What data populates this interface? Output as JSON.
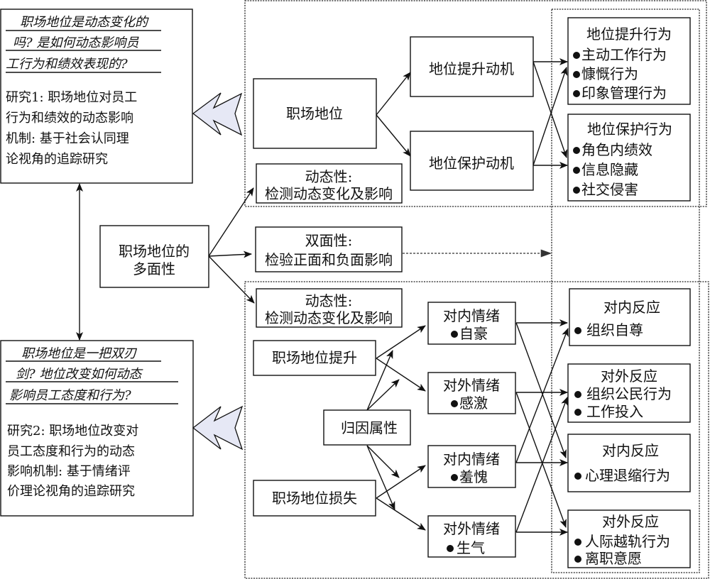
{
  "studies": {
    "study1": {
      "question": [
        "职场地位是动态变化的",
        "吗? 是如何动态影响员",
        "工行为和绩效表现的?"
      ],
      "body": [
        "研究1: 职场地位对员工",
        "行为和绩效的动态影响",
        "机制: 基于社会认同理",
        "论视角的追踪研究"
      ]
    },
    "study2": {
      "question": [
        "职场地位是一把双刃",
        "剑? 地位改变如何动态",
        "影响员工态度和行为?"
      ],
      "body": [
        "研究2: 职场地位改变对",
        "员工态度和行为的动态",
        "影响机制: 基于情绪评",
        "价理论视角的追踪研究"
      ]
    }
  },
  "hub": {
    "lines": [
      "职场地位的",
      "多面性"
    ]
  },
  "facets": {
    "dynamic_top": {
      "title": "动态性:",
      "desc": "检测动态变化及影响"
    },
    "dual": {
      "title": "双面性:",
      "desc": "检验正面和负面影响"
    },
    "dynamic_bottom": {
      "title": "动态性:",
      "desc": "检测动态变化及影响"
    }
  },
  "study1_model": {
    "status": "职场地位",
    "motives": [
      "地位提升动机",
      "地位保护动机"
    ],
    "behaviors": [
      {
        "title": "地位提升行为",
        "items": [
          "主动工作行为",
          "慷慨行为",
          "印象管理行为"
        ]
      },
      {
        "title": "地位保护行为",
        "items": [
          "角色内绩效",
          "信息隐藏",
          "社交侵害"
        ]
      }
    ]
  },
  "study2_model": {
    "events": [
      "职场地位提升",
      "职场地位损失"
    ],
    "moderator": "归因属性",
    "emotions": [
      {
        "title": "对内情绪",
        "item": "自豪"
      },
      {
        "title": "对外情绪",
        "item": "感激"
      },
      {
        "title": "对内情绪",
        "item": "羞愧"
      },
      {
        "title": "对外情绪",
        "item": "生气"
      }
    ],
    "reactions": [
      {
        "title": "对内反应",
        "items": [
          "组织自尊"
        ]
      },
      {
        "title": "对外反应",
        "items": [
          "组织公民行为",
          "工作投入"
        ]
      },
      {
        "title": "对内反应",
        "items": [
          "心理退缩行为"
        ]
      },
      {
        "title": "对外反应",
        "items": [
          "人际越轨行为",
          "离职意愿"
        ]
      }
    ]
  },
  "colors": {
    "chevron_fill": "#e6e8f5",
    "stroke": "#111111"
  }
}
